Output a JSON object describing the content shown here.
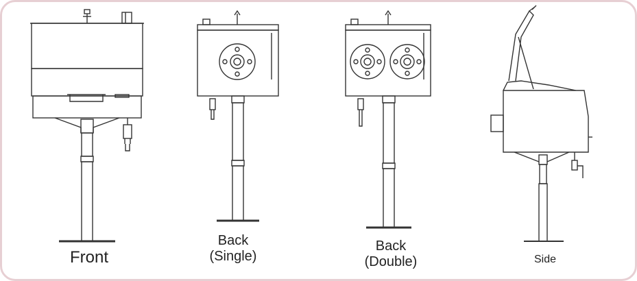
{
  "views": [
    {
      "id": "front",
      "caption": [
        "Front"
      ]
    },
    {
      "id": "back-single",
      "caption": [
        "Back",
        "(Single)"
      ]
    },
    {
      "id": "back-double",
      "caption": [
        "Back",
        "(Double)"
      ]
    },
    {
      "id": "side",
      "caption": [
        "Side"
      ]
    }
  ],
  "colors": {
    "line": "#333333",
    "frame": "#e7cfd3",
    "background": "#ffffff"
  }
}
